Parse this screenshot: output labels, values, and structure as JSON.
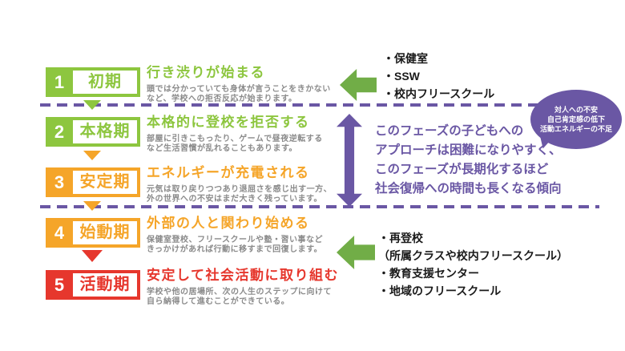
{
  "stages": [
    {
      "number": "1",
      "name": "初期",
      "color": "#8dc63f",
      "title": "行き渋りが始まる",
      "desc": [
        "頭では分かっていても身体が言うことをきかない",
        "など、学校への拒否反応が始まります。"
      ]
    },
    {
      "number": "2",
      "name": "本格期",
      "color": "#8dc63f",
      "title": "本格的に登校を拒否する",
      "desc": [
        "部屋に引きこもったり、ゲームで昼夜逆転する",
        "など生活習慣が乱れることもあります。"
      ]
    },
    {
      "number": "3",
      "name": "安定期",
      "color": "#f5a529",
      "title": "エネルギーが充電される",
      "desc": [
        "元気は取り戻りつつあり退屈さを感じ出す一方、",
        "外の世界への不安はまだ大きく残っています。"
      ]
    },
    {
      "number": "4",
      "name": "始動期",
      "color": "#f5a529",
      "title": "外部の人と関わり始める",
      "desc": [
        "保健室登校、フリースクールや塾・習い事など",
        "きっかけがあれば行動に移すまで回復します。"
      ]
    },
    {
      "number": "5",
      "name": "活動期",
      "color": "#e6372d",
      "title": "安定して社会活動に取り組む",
      "desc": [
        "学校や他の居場所、次の人生のステップに向けて",
        "自ら納得して進むことができている。"
      ]
    }
  ],
  "annotations": {
    "top_list": [
      "・保健室",
      "・SSW",
      "・校内フリースクール"
    ],
    "middle_text": [
      "このフェーズの子どもへの",
      "アプローチは困難になりやすく、",
      "このフェーズが長期化するほど",
      "社会復帰への時間も長くなる傾向"
    ],
    "bubble_text": [
      "対人への不安",
      "自己肯定感の低下",
      "活動エネルギーの不足"
    ],
    "bottom_list": [
      "・再登校",
      "（所属クラスや校内フリースクール）",
      "・教育支援センター",
      "・地域のフリースクール"
    ]
  },
  "colors": {
    "stage_green": "#8dc63f",
    "stage_orange": "#f5a529",
    "stage_red": "#e6372d",
    "purple": "#6a57a4",
    "arrow_green": "#71ad47",
    "desc_gray": "#8a8a8a"
  }
}
